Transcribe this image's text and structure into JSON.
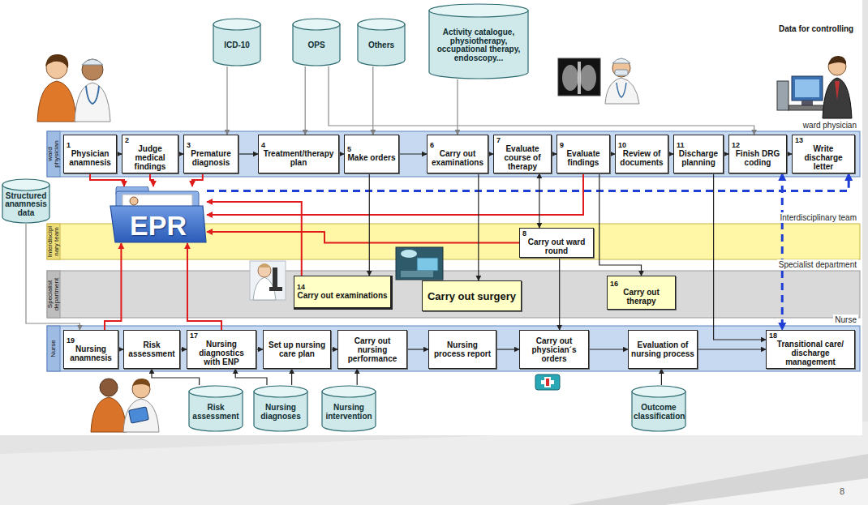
{
  "diagram": {
    "nodes": [
      {
        "text": [
          "ICD-10"
        ]
      },
      {
        "text": [
          "OPS"
        ]
      },
      {
        "text": [
          "Others"
        ]
      },
      {
        "text": [
          "Activity catalogue, physiotherapy, occupational therapy, endoscopy..."
        ]
      },
      {
        "text": [
          "ward physician",
          "ward physician"
        ]
      },
      {
        "text": [
          "1",
          "Physician anamnesis"
        ],
        "in": 4
      },
      {
        "text": [
          "2",
          "Judge medical findings"
        ],
        "in": 4
      },
      {
        "text": [
          "3",
          "Premature diagnosis"
        ],
        "in": 4
      },
      {
        "text": [
          "4",
          "Treatment/therapy plan"
        ],
        "in": 4
      },
      {
        "text": [
          "5",
          "Make orders"
        ],
        "in": 4
      },
      {
        "text": [
          "6",
          "Carry out examinations"
        ],
        "in": 4
      },
      {
        "text": [
          "7",
          "Evaluate course of therapy"
        ],
        "in": 4
      },
      {
        "text": [
          "9",
          "Evaluate findings"
        ],
        "in": 4
      },
      {
        "text": [
          "10",
          "Review of documents"
        ],
        "in": 4
      },
      {
        "text": [
          "11",
          "Discharge planning"
        ],
        "in": 4
      },
      {
        "text": [
          "12",
          "Finish DRG coding"
        ],
        "in": 4
      },
      {
        "text": [
          "13",
          "Write discharge letter"
        ],
        "in": 4
      },
      {
        "text": [
          "Structured anamnesis data"
        ]
      },
      {
        "text": [
          "EPR"
        ]
      },
      {
        "text": [
          "Interdiscipl nary team",
          "Interdisciplinary team"
        ]
      },
      {
        "text": [
          "8",
          "Carry out ward round"
        ],
        "in": 19
      },
      {
        "text": [
          "Specialist department",
          "Specialist department"
        ]
      },
      {
        "text": [
          "14",
          "Carry out examinations"
        ],
        "in": 21
      },
      {
        "text": [
          "Carry out surgery"
        ],
        "in": 21
      },
      {
        "text": [
          "16",
          "Carry out therapy"
        ],
        "in": 21
      },
      {
        "text": [
          "Nurse",
          "Nurse"
        ]
      },
      {
        "text": [
          "19",
          "Nursing anamnesis"
        ],
        "in": 25
      },
      {
        "text": [
          "Risk assessment"
        ],
        "in": 25
      },
      {
        "text": [
          "17",
          "Nursing diagnostics with ENP"
        ],
        "in": 25
      },
      {
        "text": [
          "Set up nursing care plan"
        ],
        "in": 25
      },
      {
        "text": [
          "Carry out nursing performance"
        ],
        "in": 25
      },
      {
        "text": [
          "Nursing process report"
        ],
        "in": 25
      },
      {
        "text": [
          "Carry out physician´s orders"
        ],
        "in": 25
      },
      {
        "text": [
          "Evaluation of nursing process"
        ],
        "in": 25
      },
      {
        "text": [
          "18",
          "Transitional care/ discharge management"
        ],
        "in": 25
      },
      {
        "text": [
          "Risk assessment"
        ]
      },
      {
        "text": [
          "Nursing diagnoses"
        ]
      },
      {
        "text": [
          "Nursing intervention"
        ]
      },
      {
        "text": [
          "Outcome classification"
        ]
      }
    ],
    "edges": [
      {
        "from": 5,
        "to": 6,
        "arrow": "to"
      },
      {
        "from": 6,
        "to": 7,
        "arrow": "to"
      },
      {
        "from": 7,
        "to": 8,
        "arrow": "to"
      },
      {
        "from": 8,
        "to": 9,
        "arrow": "to"
      },
      {
        "from": 9,
        "to": 10,
        "arrow": "to"
      },
      {
        "from": 10,
        "to": 11,
        "arrow": "to"
      },
      {
        "from": 11,
        "to": 12,
        "arrow": "to"
      },
      {
        "from": 12,
        "to": 13,
        "arrow": "to"
      },
      {
        "from": 13,
        "to": 14,
        "arrow": "to"
      },
      {
        "from": 14,
        "to": 15,
        "arrow": "to"
      },
      {
        "from": 15,
        "to": 16,
        "arrow": "to"
      },
      {
        "from": 26,
        "to": 27,
        "arrow": "to"
      },
      {
        "from": 27,
        "to": 28,
        "arrow": "to"
      },
      {
        "from": 28,
        "to": 29,
        "arrow": "to"
      },
      {
        "from": 29,
        "to": 30,
        "arrow": "to"
      },
      {
        "from": 30,
        "to": 31,
        "arrow": "to"
      },
      {
        "from": 31,
        "to": 32,
        "arrow": "to"
      },
      {
        "from": 32,
        "to": 33,
        "arrow": "to"
      },
      {
        "from": 33,
        "to": 34,
        "arrow": "to"
      },
      {
        "from": 0,
        "to": 7,
        "arrow": "to"
      },
      {
        "from": 1,
        "to": 8,
        "arrow": "to"
      },
      {
        "from": 2,
        "to": 9,
        "arrow": "to"
      },
      {
        "from": 3,
        "to": 10,
        "arrow": "to"
      },
      {
        "from": 1,
        "to": 15,
        "arrow": "to"
      },
      {
        "from": 5,
        "to": 18,
        "arrow": "to"
      },
      {
        "from": 6,
        "to": 18,
        "arrow": "to"
      },
      {
        "from": 7,
        "to": 18,
        "arrow": "to"
      },
      {
        "from": 12,
        "to": 18,
        "arrow": "to"
      },
      {
        "from": 20,
        "to": 18,
        "arrow": "to"
      },
      {
        "from": 22,
        "to": 18,
        "arrow": "to"
      },
      {
        "from": 26,
        "to": 18,
        "arrow": "to"
      },
      {
        "from": 28,
        "to": 18,
        "arrow": "to"
      },
      {
        "from": 18,
        "to": 16,
        "arrow": "to"
      },
      {
        "from": 15,
        "to": 34,
        "arrow": "both"
      },
      {
        "from": 9,
        "to": 22,
        "arrow": "to"
      },
      {
        "from": 10,
        "to": 23,
        "arrow": "to"
      },
      {
        "from": 11,
        "to": 20,
        "arrow": "both"
      },
      {
        "from": 12,
        "to": 24,
        "arrow": "to"
      },
      {
        "from": 20,
        "to": 32,
        "arrow": "to"
      },
      {
        "from": 14,
        "to": 34,
        "arrow": "to"
      },
      {
        "from": 17,
        "to": 26,
        "arrow": "to"
      },
      {
        "from": 35,
        "to": 27,
        "arrow": "to"
      },
      {
        "from": 36,
        "to": 28,
        "arrow": "to"
      },
      {
        "from": 36,
        "to": 29,
        "arrow": "to"
      },
      {
        "from": 37,
        "to": 30,
        "arrow": "to"
      },
      {
        "from": 38,
        "to": 33,
        "arrow": "to"
      }
    ],
    "labels": [
      "Data for controlling",
      "8"
    ]
  }
}
